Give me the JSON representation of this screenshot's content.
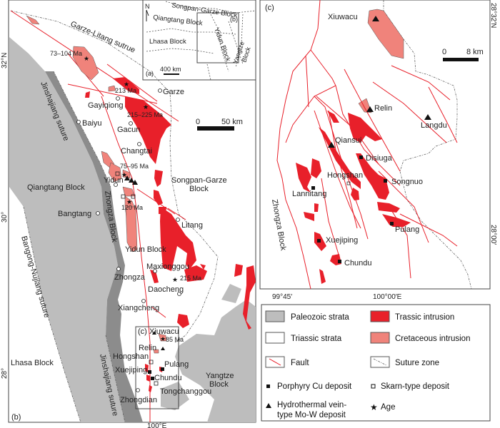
{
  "panel_b": {
    "label": "(b)",
    "lat_ticks": [
      "32°N",
      "30°",
      "28°"
    ],
    "lon_tick": "100°E",
    "scale": {
      "zero": "0",
      "end": "50 km"
    },
    "sutures": [
      "Garze-Litang sutrue",
      "Jinshajiang suture",
      "Bangong-Nujiang suture",
      "Jinshajiang suture"
    ],
    "blocks": [
      "Qiangtang Block",
      "Zhongza Block",
      "Yidun Block",
      "Songpan-Garze",
      "Block",
      "Lhasa Block",
      "Yangtze",
      "Block"
    ],
    "ages": [
      "73–104 Ma",
      "213 Ma",
      "215–225 Ma",
      "75–95 Ma",
      "120 Ma",
      "215 Ma",
      "85 Ma"
    ],
    "towns": [
      "Garze",
      "Gayiqiong",
      "Baiyu",
      "Gacun",
      "Changtai",
      "Yidun",
      "Bangtang",
      "Litang",
      "Maxionggou",
      "Zhongza",
      "Daocheng",
      "Xiangcheng",
      "Xiuwacu",
      "Relin",
      "Hongshan",
      "Pulang",
      "Xuejiping",
      "Chundu",
      "Tongchanggou",
      "Zhongdian"
    ],
    "inset_label": "(c)"
  },
  "panel_a": {
    "label": "(a)",
    "north": "N",
    "scale": "400 km",
    "box_label": "(b)",
    "blocks": [
      "Songpan-Garze Block",
      "Qiangtang Block",
      "Lhasa Block",
      "Yidun Block",
      "Yangtze",
      "Block"
    ]
  },
  "panel_c": {
    "label": "(c)",
    "lat_ticks": [
      "28°32′N",
      "28°00′"
    ],
    "lon_ticks": [
      "99°45′",
      "100°00′E"
    ],
    "scale": {
      "zero": "0",
      "end": "8 km"
    },
    "block": "Zhongza Block",
    "deposits": [
      "Xiuwacu",
      "Relin",
      "Langdu",
      "Qiansui",
      "Disiuga",
      "Hongshan",
      "Songnuo",
      "Lannitang",
      "Pulang",
      "Xuejiping",
      "Chundu"
    ]
  },
  "legend": {
    "items": [
      "Paleozoic strata",
      "Trassic intrusion",
      "Triassic strata",
      "Cretaceous intrusion",
      "Fault",
      "Suture zone",
      "Porphyry Cu deposit",
      "Skarn-type deposit",
      "Hydrothermal vein-",
      "type Mo-W deposit",
      "Age"
    ],
    "colors": {
      "paleozoic": "#bdbdbd",
      "triassic_intrusion": "#e8202a",
      "cretaceous_intrusion": "#f0837b",
      "fault": "#e8202a"
    }
  }
}
